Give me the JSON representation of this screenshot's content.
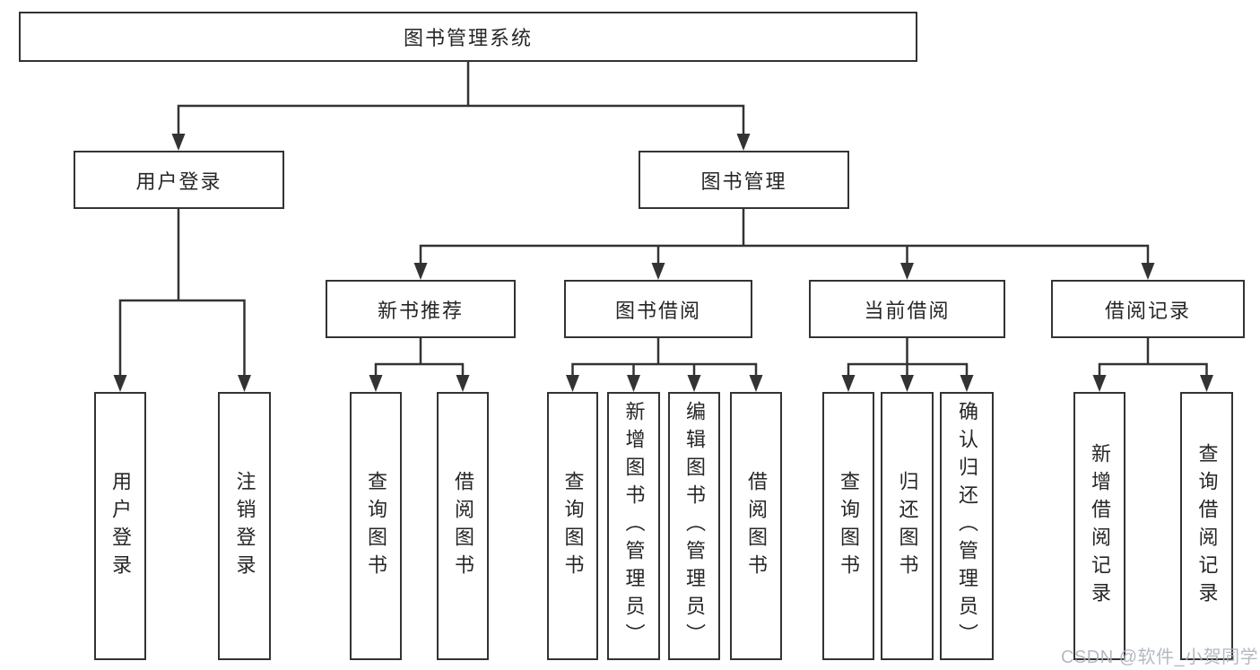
{
  "diagram": {
    "root": {
      "label": "图书管理系统",
      "children": [
        {
          "label": "用户登录",
          "children": [
            {
              "label": "用户登录"
            },
            {
              "label": "注销登录"
            }
          ]
        },
        {
          "label": "图书管理",
          "children": [
            {
              "label": "新书推荐",
              "children": [
                {
                  "label": "查询图书"
                },
                {
                  "label": "借阅图书"
                }
              ]
            },
            {
              "label": "图书借阅",
              "children": [
                {
                  "label": "查询图书"
                },
                {
                  "label": "新增图书（管理员）"
                },
                {
                  "label": "编辑图书（管理员）"
                },
                {
                  "label": "借阅图书"
                }
              ]
            },
            {
              "label": "当前借阅",
              "children": [
                {
                  "label": "查询图书"
                },
                {
                  "label": "归还图书"
                },
                {
                  "label": "确认归还（管理员）"
                }
              ]
            },
            {
              "label": "借阅记录",
              "children": [
                {
                  "label": "新增借阅记录"
                },
                {
                  "label": "查询借阅记录"
                }
              ]
            }
          ]
        }
      ]
    }
  },
  "watermark": {
    "text": "CSDN @软件_小贺同学"
  },
  "colors": {
    "line": "#333333",
    "box_border": "#333333",
    "box_background": "#ffffff",
    "text": "#262626",
    "watermark": "#acb1b9",
    "page_background": "#ffffff"
  }
}
